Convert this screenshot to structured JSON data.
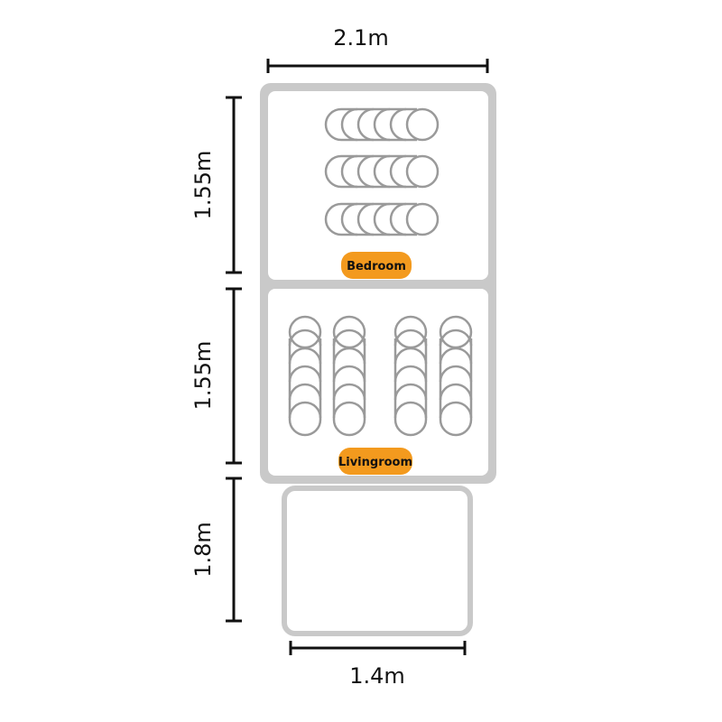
{
  "dimensions": {
    "top_width": "2.1m",
    "bottom_width": "1.4m",
    "bedroom_height": "1.55m",
    "livingroom_height": "1.55m",
    "tail_height": "1.8m"
  },
  "rooms": {
    "bedroom": "Bedroom",
    "livingroom": "Livingroom"
  },
  "colors": {
    "label_badge": "#f39a1e",
    "wall": "#c9c9c9",
    "dimension_line": "#111111",
    "tube_outline": "#9a9a9a"
  }
}
